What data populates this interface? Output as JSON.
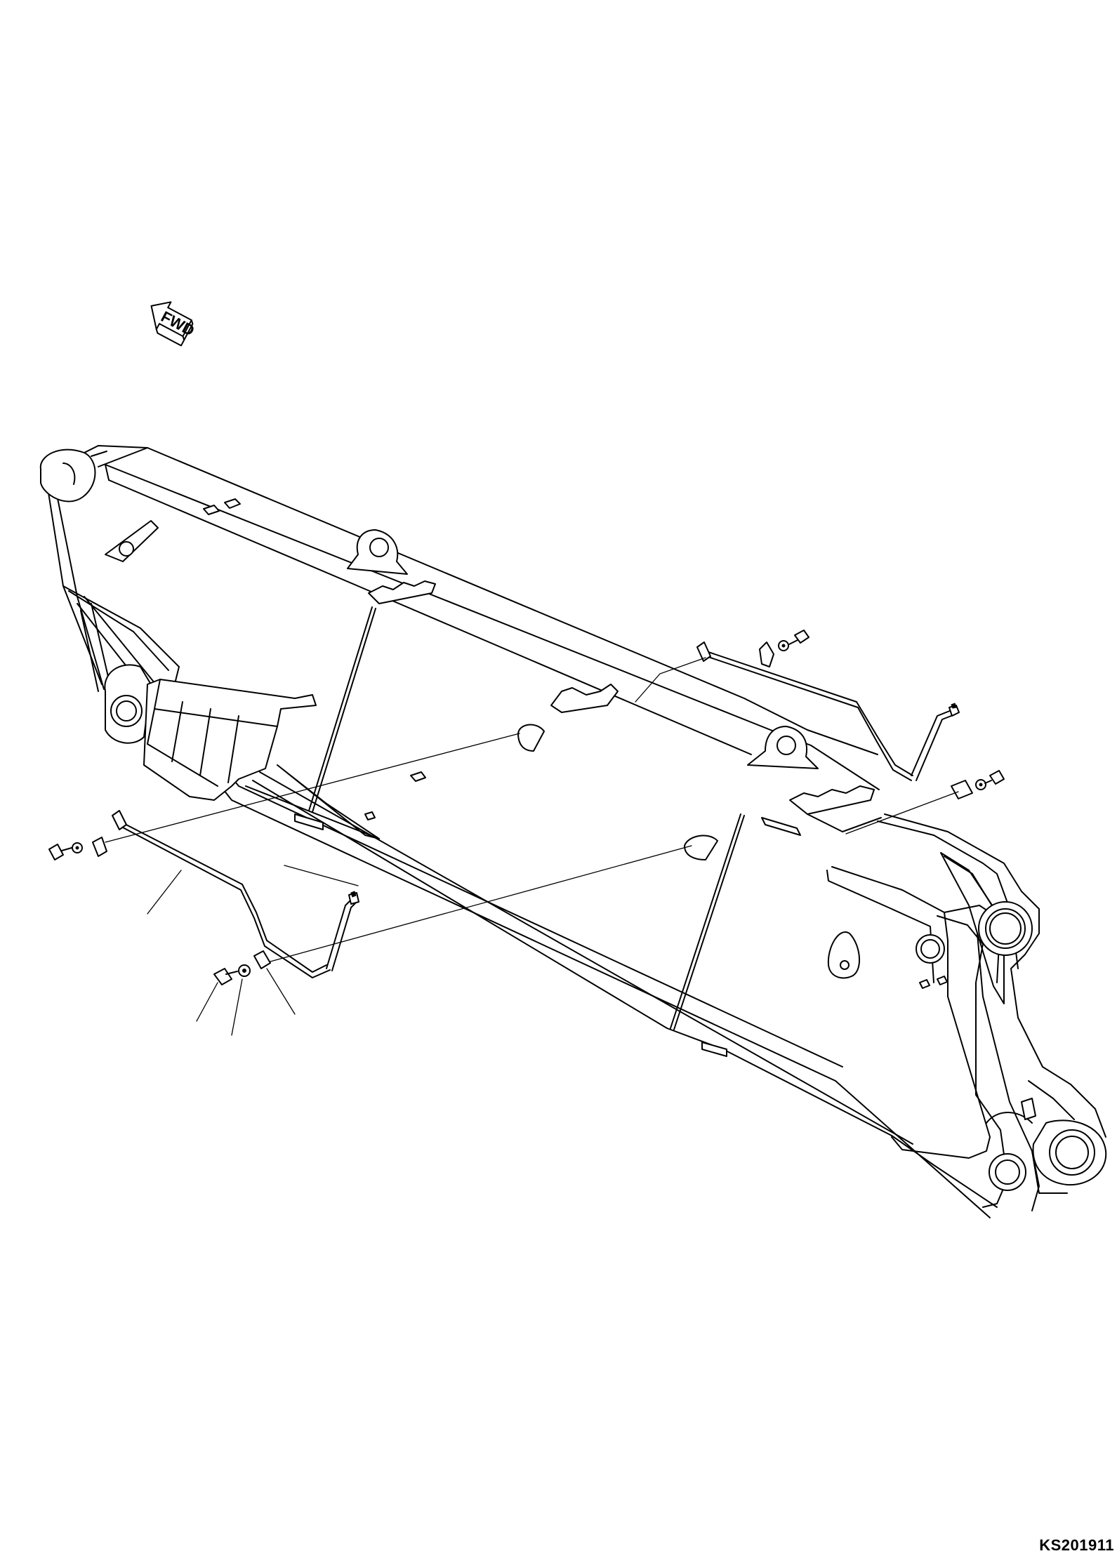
{
  "direction_indicator": {
    "label": "FWD",
    "icon": "forward-arrow-icon"
  },
  "drawing_code": "KS201911",
  "parts": [
    {
      "name": "boom",
      "icon": "boom-icon"
    },
    {
      "name": "grease-pipe",
      "icon": "pipe-icon"
    },
    {
      "name": "bolt",
      "icon": "bolt-icon"
    },
    {
      "name": "washer",
      "icon": "washer-icon"
    },
    {
      "name": "clamp",
      "icon": "clamp-icon"
    }
  ]
}
